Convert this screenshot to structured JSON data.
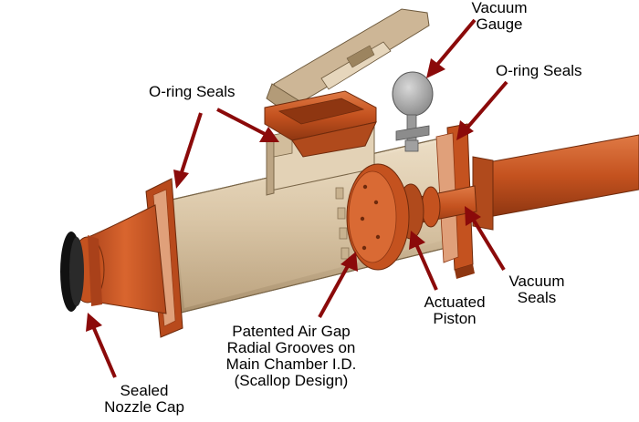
{
  "labels": {
    "vacuum_gauge": [
      "Vacuum",
      "Gauge"
    ],
    "oring_seals_left": "O-ring Seals",
    "oring_seals_right": "O-ring Seals",
    "vacuum_seals": [
      "Vacuum",
      "Seals"
    ],
    "actuated_piston": [
      "Actuated",
      "Piston"
    ],
    "air_gap": [
      "Patented Air Gap",
      "Radial Grooves on",
      "Main Chamber I.D.",
      "(Scallop Design)"
    ],
    "nozzle_cap": [
      "Sealed",
      "Nozzle Cap"
    ]
  },
  "colors": {
    "copper": "#c4521f",
    "copper_dark": "#8e3611",
    "copper_light": "#e07a45",
    "tan": "#d8c3a3",
    "tan_dark": "#a88f6c",
    "tan_light": "#efe2cc",
    "gauge": "#a8a8a8",
    "arrow": "#8b0a0a",
    "black": "#111111"
  }
}
